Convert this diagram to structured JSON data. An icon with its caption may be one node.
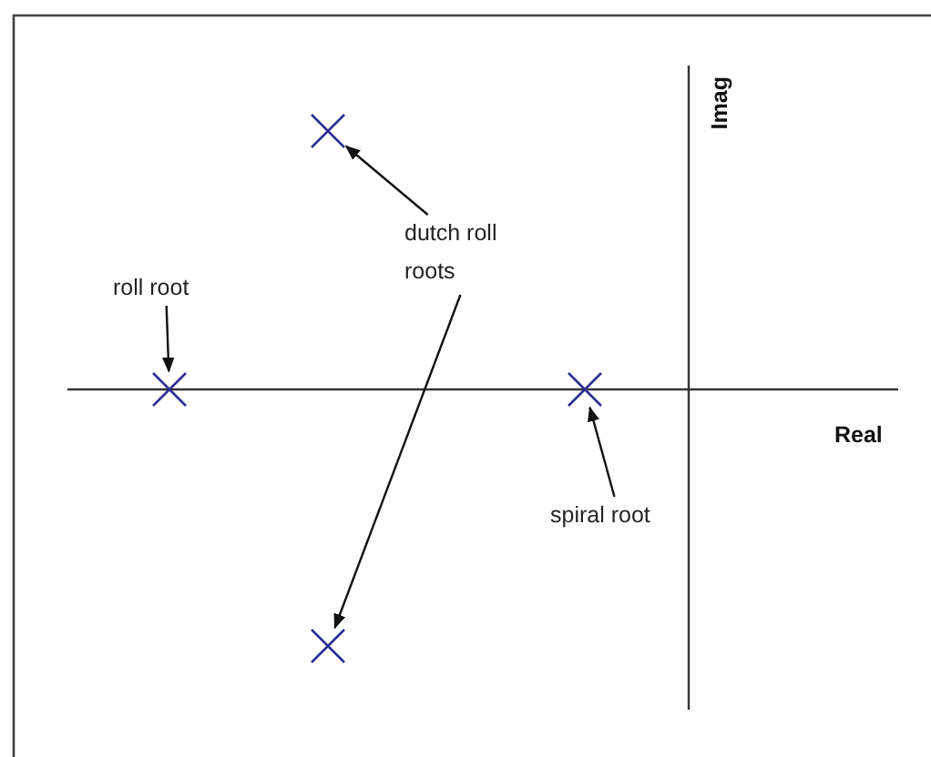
{
  "diagram": {
    "nodes": [
      {
        "text": [
          "roll root"
        ]
      },
      {
        "text": [
          "dutch roll roots"
        ]
      },
      {
        "text": [
          "spiral root"
        ]
      },
      {
        "text": [],
        "shape": "cross"
      },
      {
        "text": [],
        "shape": "cross"
      },
      {
        "text": [],
        "shape": "cross"
      },
      {
        "text": [],
        "shape": "cross"
      }
    ],
    "edges": [
      {
        "from": 0,
        "to": 4,
        "arrow": "to"
      },
      {
        "from": 1,
        "to": 3,
        "arrow": "to"
      },
      {
        "from": 1,
        "to": 6,
        "arrow": "to"
      },
      {
        "from": 2,
        "to": 5,
        "arrow": "to"
      }
    ],
    "labels": [
      "Imag",
      "Real"
    ]
  }
}
